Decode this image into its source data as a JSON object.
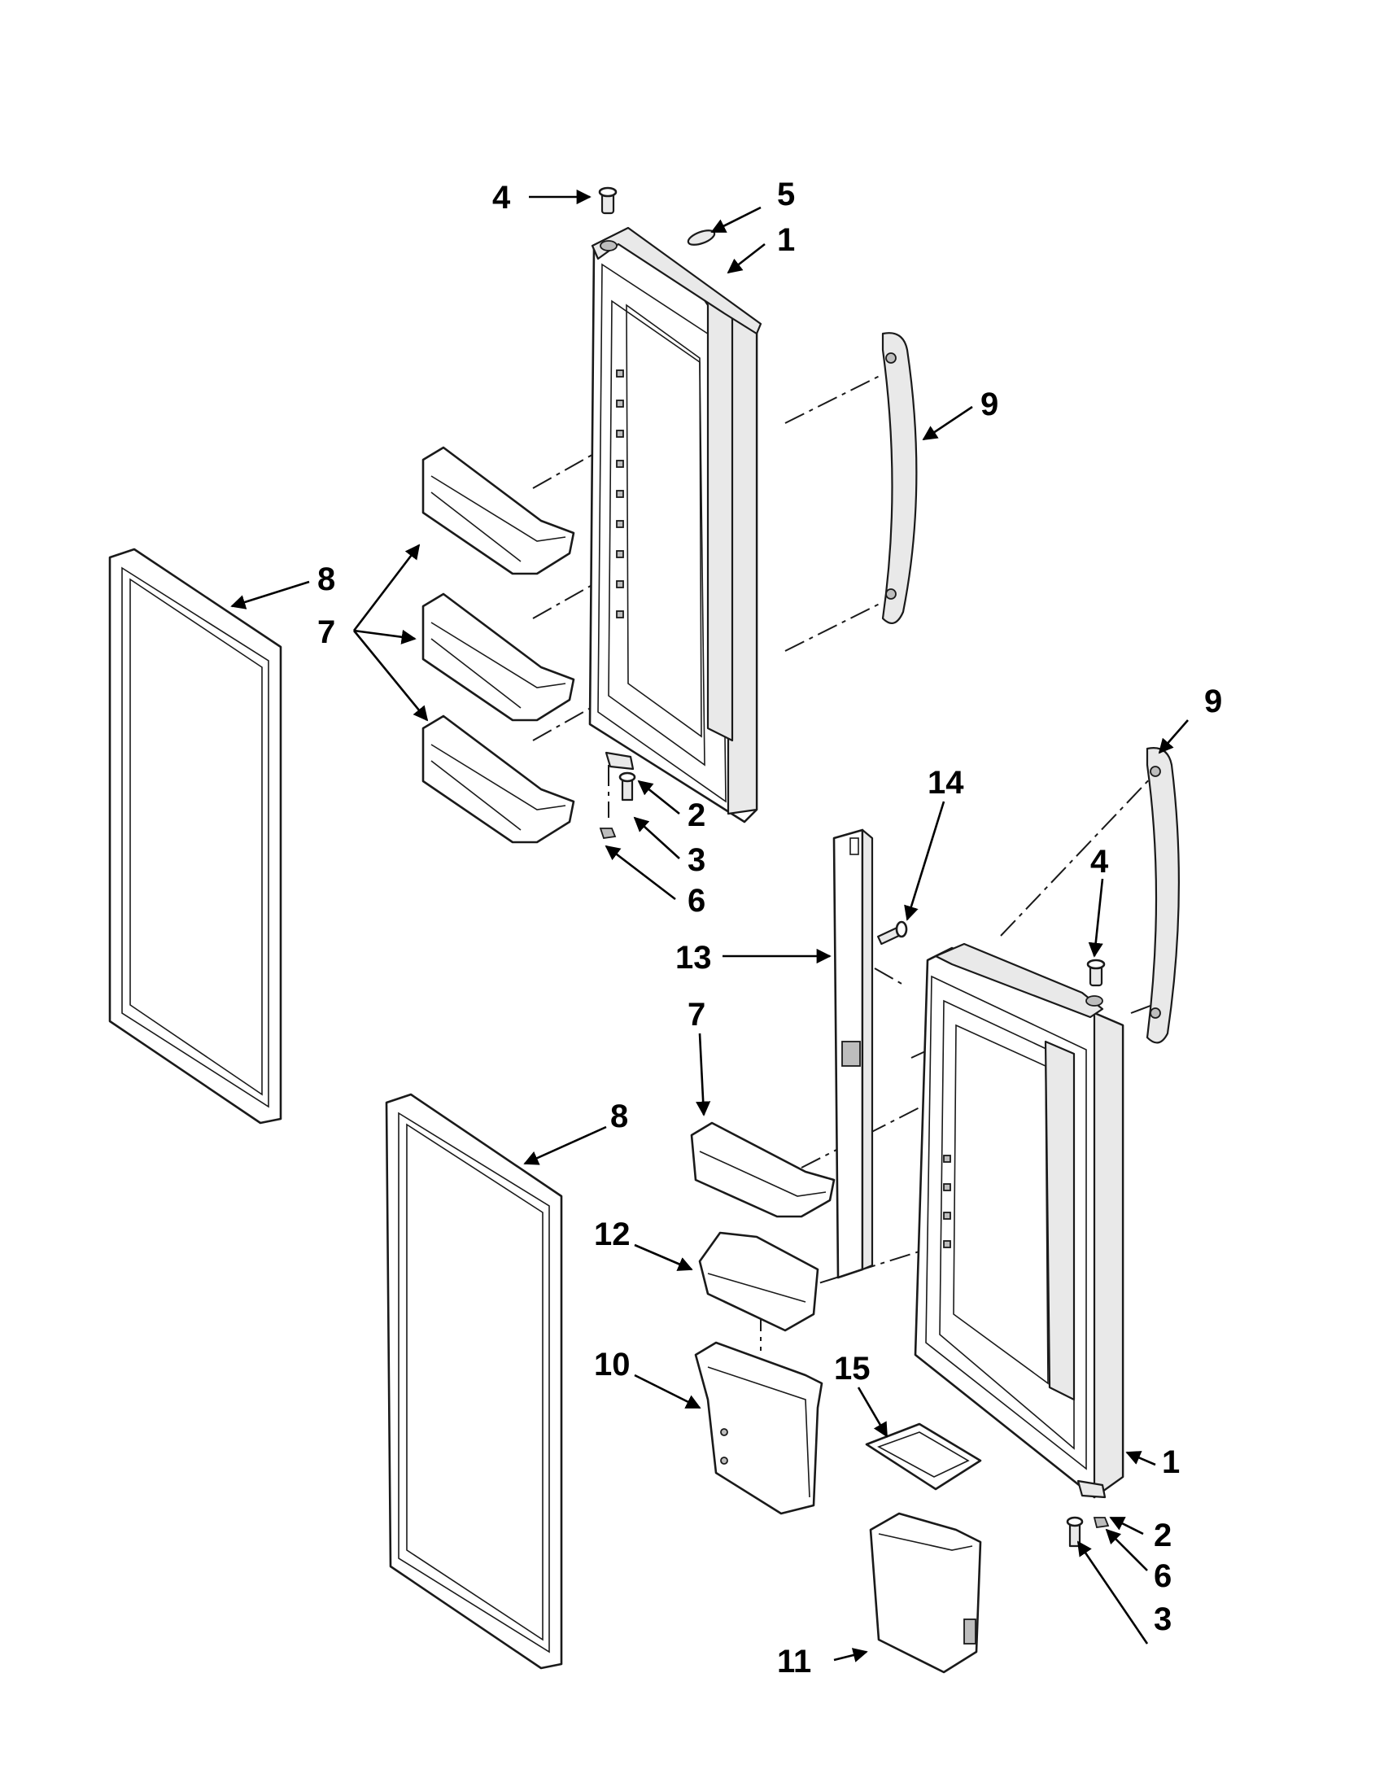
{
  "callouts": {
    "c1_top": "1",
    "c1_bottom": "1",
    "c2_top": "2",
    "c2_bottom": "2",
    "c3_top": "3",
    "c3_bottom": "3",
    "c4_top": "4",
    "c4_bottom": "4",
    "c5": "5",
    "c6_top": "6",
    "c6_bottom": "6",
    "c7_top": "7",
    "c7_bottom": "7",
    "c8_top": "8",
    "c8_bottom": "8",
    "c9_top": "9",
    "c9_bottom": "9",
    "c10": "10",
    "c11": "11",
    "c12": "12",
    "c13": "13",
    "c14": "14",
    "c15": "15"
  },
  "colors": {
    "line": "#1a1a1a",
    "background": "#ffffff",
    "shade": "#e9e9e9"
  }
}
